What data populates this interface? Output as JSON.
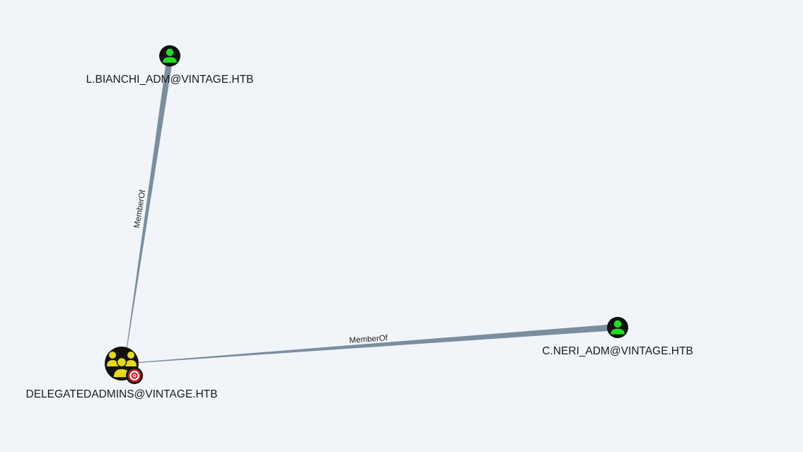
{
  "graph": {
    "background": "#f1f5fa",
    "edge_color": "#7a8e9e",
    "nodes": [
      {
        "id": "bianchi",
        "label": "L.BIANCHI_ADM@VINTAGE.HTB",
        "type": "user",
        "icon": "user-icon",
        "icon_color": "#22dd22"
      },
      {
        "id": "neri",
        "label": "C.NERI_ADM@VINTAGE.HTB",
        "type": "user",
        "icon": "user-icon",
        "icon_color": "#22dd22"
      },
      {
        "id": "delegatedadmins",
        "label": "DELEGATEDADMINS@VINTAGE.HTB",
        "type": "group",
        "icon": "group-icon",
        "icon_color": "#e6d91a",
        "badge": "target-icon",
        "badge_color": "#c41c1c"
      }
    ],
    "edges": [
      {
        "from": "bianchi",
        "to": "delegatedadmins",
        "label": "MemberOf"
      },
      {
        "from": "neri",
        "to": "delegatedadmins",
        "label": "MemberOf"
      }
    ]
  }
}
